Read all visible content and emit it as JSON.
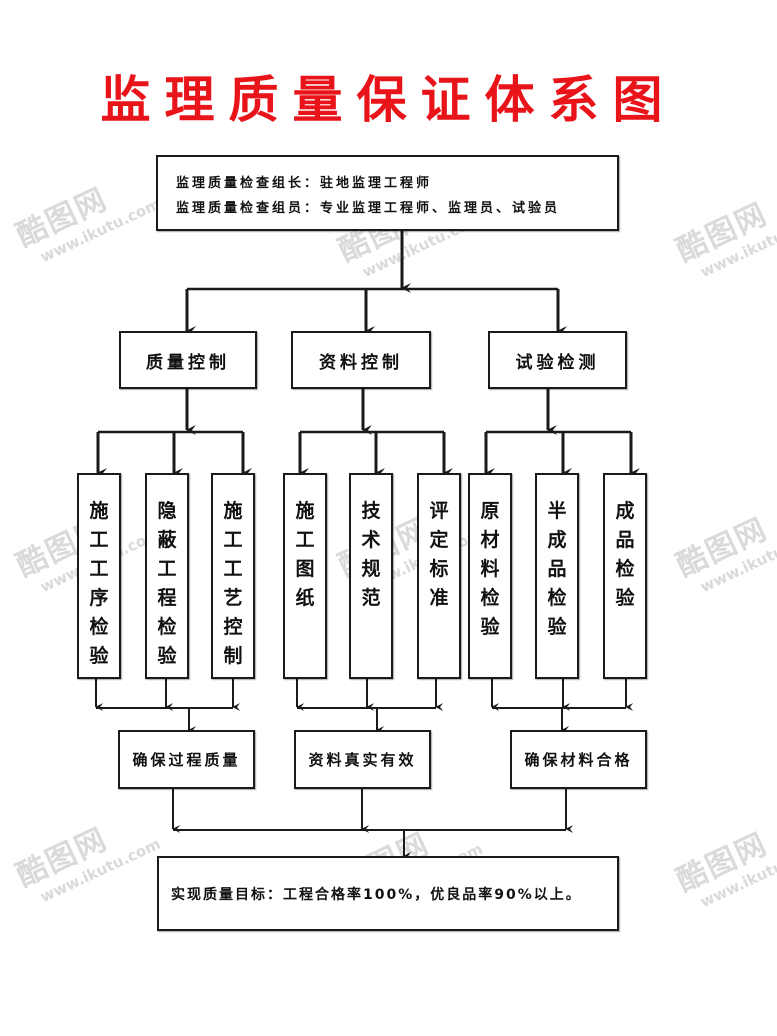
{
  "title": "监理质量保证体系图",
  "leader_box": {
    "line1": "监理质量检查组长：驻地监理工程师",
    "line2": "监理质量检查组员：专业监理工程师、监理员、试验员"
  },
  "level2": [
    {
      "label": "质量控制"
    },
    {
      "label": "资料控制"
    },
    {
      "label": "试验检测"
    }
  ],
  "level3": [
    {
      "group": 0,
      "chars": [
        "施",
        "工",
        "工",
        "序",
        "检",
        "验"
      ],
      "text": "施工工序检验"
    },
    {
      "group": 0,
      "chars": [
        "隐",
        "蔽",
        "工",
        "程",
        "检",
        "验"
      ],
      "text": "隐蔽工程检验"
    },
    {
      "group": 0,
      "chars": [
        "施",
        "工",
        "工",
        "艺",
        "控",
        "制"
      ],
      "text": "施工工艺控制"
    },
    {
      "group": 1,
      "chars": [
        "施",
        "工",
        "图",
        "纸"
      ],
      "text": "施工图纸"
    },
    {
      "group": 1,
      "chars": [
        "技",
        "术",
        "规",
        "范"
      ],
      "text": "技术规范"
    },
    {
      "group": 1,
      "chars": [
        "评",
        "定",
        "标",
        "准"
      ],
      "text": "评定标准"
    },
    {
      "group": 2,
      "chars": [
        "原",
        "材",
        "料",
        "检",
        "验"
      ],
      "text": "原材料检验"
    },
    {
      "group": 2,
      "chars": [
        "半",
        "成",
        "品",
        "检",
        "验"
      ],
      "text": "半成品检验"
    },
    {
      "group": 2,
      "chars": [
        "成",
        "品",
        "检",
        "验"
      ],
      "text": "成品检验"
    }
  ],
  "level4": [
    {
      "label": "确保过程质量"
    },
    {
      "label": "资料真实有效"
    },
    {
      "label": "确保材料合格"
    }
  ],
  "goal_box": {
    "text": "实现质量目标：工程合格率100%，优良品率90%以上。"
  },
  "watermark": {
    "brand": "酷图网",
    "url": "www.ikutu.com"
  },
  "colors": {
    "title": "#e8141a",
    "line": "#1a1a1a",
    "watermark": "#969696"
  }
}
